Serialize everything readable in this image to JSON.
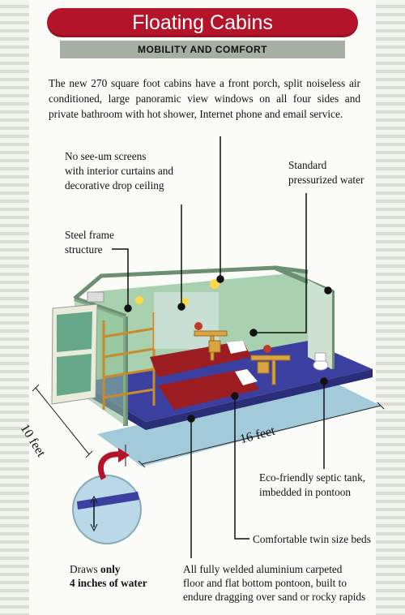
{
  "header": {
    "title": "Floating Cabins",
    "subtitle": "MOBILITY AND COMFORT"
  },
  "intro": "The new 270 square foot cabins have a front porch, split noiseless air conditioned, large panoramic view windows on all four sides and private bathroom with hot shower, Internet phone and email service.",
  "callouts": {
    "screens": [
      "No see-um screens",
      "with interior curtains and",
      "decorative drop ceiling"
    ],
    "water": [
      "Standard",
      "pressurized water"
    ],
    "steel": [
      "Steel frame",
      "structure"
    ],
    "septic": [
      "Eco-friendly septic tank,",
      "imbedded in pontoon"
    ],
    "beds": "Comfortable twin size beds",
    "floor": [
      "All fully welded aluminium carpeted",
      "floor and flat bottom pontoon, built to",
      "endure dragging over sand or rocky rapids"
    ],
    "draws": {
      "prefix": "Draws ",
      "bold1": "only",
      "bold2": "4 inches of water"
    }
  },
  "dimensions": {
    "length": "16 feet",
    "width": "10 feet"
  },
  "colors": {
    "title_bg": "#b3142a",
    "subtitle_bg": "#a7aea4",
    "water": "#7fb1c9",
    "pontoon": "#3b3fa0",
    "walls": "#9fc9a6",
    "bedspread": "#9b1d22",
    "furniture": "#d9a441"
  }
}
